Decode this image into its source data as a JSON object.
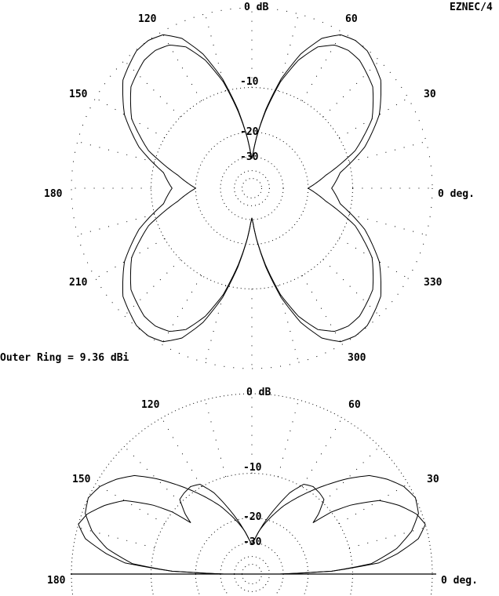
{
  "branding": "EZNEC/4",
  "chart_data": [
    {
      "type": "line",
      "subtype": "polar-azimuth",
      "title": "",
      "ring_labels": [
        "0 dB",
        "-10",
        "-20",
        "-30"
      ],
      "ring_db": [
        0,
        -10,
        -20,
        -30,
        -40,
        -50
      ],
      "angle_labels": [
        {
          "angle": 120,
          "label": "120"
        },
        {
          "angle": 60,
          "label": "60"
        },
        {
          "angle": 150,
          "label": "150"
        },
        {
          "angle": 30,
          "label": "30"
        },
        {
          "angle": 180,
          "label": "180"
        },
        {
          "angle": 0,
          "label": "0 deg."
        },
        {
          "angle": 210,
          "label": "210"
        },
        {
          "angle": 330,
          "label": "330"
        },
        {
          "angle": 300,
          "label": "300"
        }
      ],
      "footer": "Outer Ring = 9.36 dBi",
      "symmetry": "four-fold",
      "series": [
        {
          "name": "trace-1",
          "angles": [
            0,
            10,
            20,
            30,
            40,
            50,
            55,
            60,
            65,
            70,
            75,
            80,
            85,
            88,
            90
          ],
          "db": [
            -14,
            -12,
            -7,
            -3.5,
            -1.2,
            -0.1,
            0,
            -0.3,
            -1.5,
            -4,
            -8,
            -14,
            -22,
            -28,
            -31
          ]
        },
        {
          "name": "trace-2",
          "angles": [
            0,
            10,
            20,
            30,
            40,
            50,
            55,
            60,
            65,
            70,
            75,
            80,
            85,
            88,
            90
          ],
          "db": [
            -20,
            -15,
            -8.5,
            -4.5,
            -2.3,
            -1.3,
            -1.2,
            -1.5,
            -2.5,
            -4.8,
            -8.5,
            -14.5,
            -22,
            -28,
            -31
          ]
        }
      ]
    },
    {
      "type": "line",
      "subtype": "polar-elevation",
      "ring_labels": [
        "0 dB",
        "-10",
        "-20",
        "-30"
      ],
      "ring_db": [
        0,
        -10,
        -20,
        -30,
        -40,
        -50
      ],
      "angle_labels": [
        {
          "angle": 120,
          "label": "120"
        },
        {
          "angle": 60,
          "label": "60"
        },
        {
          "angle": 150,
          "label": "150"
        },
        {
          "angle": 30,
          "label": "30"
        },
        {
          "angle": 180,
          "label": "180"
        },
        {
          "angle": 0,
          "label": "0 deg."
        }
      ],
      "symmetry": "mirror-90",
      "series": [
        {
          "name": "trace-1",
          "angles": [
            0,
            2,
            5,
            8,
            12,
            16,
            20,
            25,
            30,
            35,
            38,
            40,
            42,
            46,
            50,
            55,
            60,
            65,
            70,
            75,
            80,
            85,
            90
          ],
          "db": [
            -32,
            -14,
            -6,
            -3.5,
            -1,
            0,
            -0.5,
            -1.8,
            -3.5,
            -7,
            -10,
            -14,
            -12,
            -9.5,
            -9.2,
            -9,
            -9.5,
            -12,
            -16,
            -20,
            -24,
            -28,
            -31
          ]
        },
        {
          "name": "trace-2",
          "angles": [
            0,
            2,
            5,
            10,
            15,
            20,
            25,
            30,
            35,
            40,
            45,
            50,
            55,
            60,
            65,
            70,
            75,
            80,
            85,
            90
          ],
          "db": [
            -32,
            -14,
            -7,
            -3.5,
            -1.5,
            -0.3,
            0,
            -0.5,
            -1.5,
            -2.8,
            -5,
            -7.5,
            -10,
            -12.5,
            -15,
            -18,
            -21,
            -24,
            -28,
            -31
          ]
        }
      ]
    }
  ]
}
